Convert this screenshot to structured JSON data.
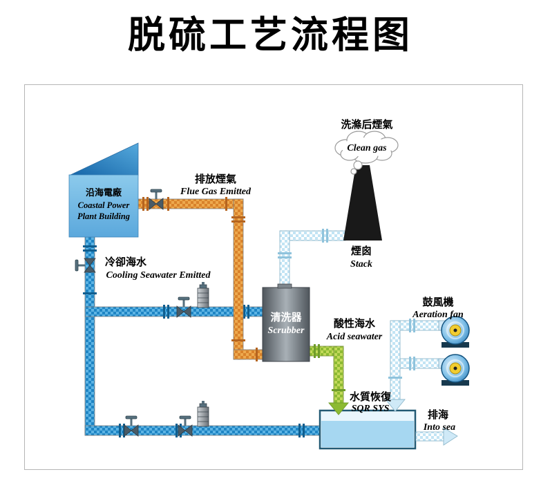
{
  "title": "脱硫工艺流程图",
  "labels": {
    "clean_gas_cn": "洗滌后煙氣",
    "clean_gas_en": "Clean gas",
    "flue_cn": "排放煙氣",
    "flue_en": "Flue Gas Emitted",
    "plant_cn": "沿海電廠",
    "plant_en1": "Coastal Power",
    "plant_en2": "Plant Building",
    "stack_cn": "煙囪",
    "stack_en": "Stack",
    "cooling_cn": "冷卻海水",
    "cooling_en": "Cooling Seawater Emitted",
    "scrubber_cn": "清洗器",
    "scrubber_en": "Scrubber",
    "acid_cn": "酸性海水",
    "acid_en": "Acid seawater",
    "fan_cn": "鼓風機",
    "fan_en": "Aeration fan",
    "sqr_cn": "水質恢復",
    "sqr_en": "SQR SYS",
    "sea_cn": "排海",
    "sea_en": "Into sea"
  },
  "colors": {
    "pipe_orange": "#d9822b",
    "pipe_blue": "#1f85c4",
    "pipe_lightblue": "#c2e4f4",
    "pipe_green": "#8cba32",
    "building_blue": "#5ba8dc",
    "scrubber_gray": "#565c62",
    "stack_black": "#191919",
    "basin_fill": "#a6d7f1",
    "fan_hub_yellow": "#f2cd30"
  }
}
